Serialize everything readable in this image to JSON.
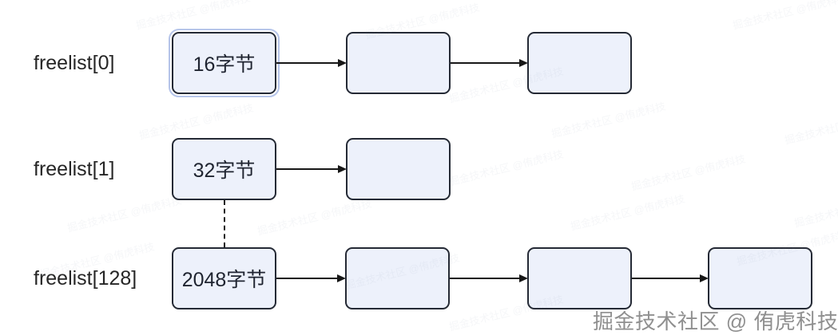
{
  "diagram": {
    "rows": [
      {
        "label": "freelist[0]",
        "head_value": "16字节",
        "head_selected": true,
        "empty_nodes": 2
      },
      {
        "label": "freelist[1]",
        "head_value": "32字节",
        "head_selected": false,
        "empty_nodes": 1
      },
      {
        "label": "freelist[128]",
        "head_value": "2048字节",
        "head_selected": false,
        "empty_nodes": 3
      }
    ],
    "connector_between_rows": "dotted-vertical-ellipsis"
  },
  "watermark": {
    "text": "掘金技术社区 @ 侑虎科技",
    "faint_text": "掘金技术社区 @侑虎科技"
  },
  "colors": {
    "background": "#ffffff",
    "node_fill": "#edf1fb",
    "node_border": "#252a35",
    "node_text": "#1f2430",
    "selection_outline": "#b6c5ea",
    "arrow": "#171717",
    "label_text": "#262626",
    "watermark_text": "#8f8f8f"
  }
}
